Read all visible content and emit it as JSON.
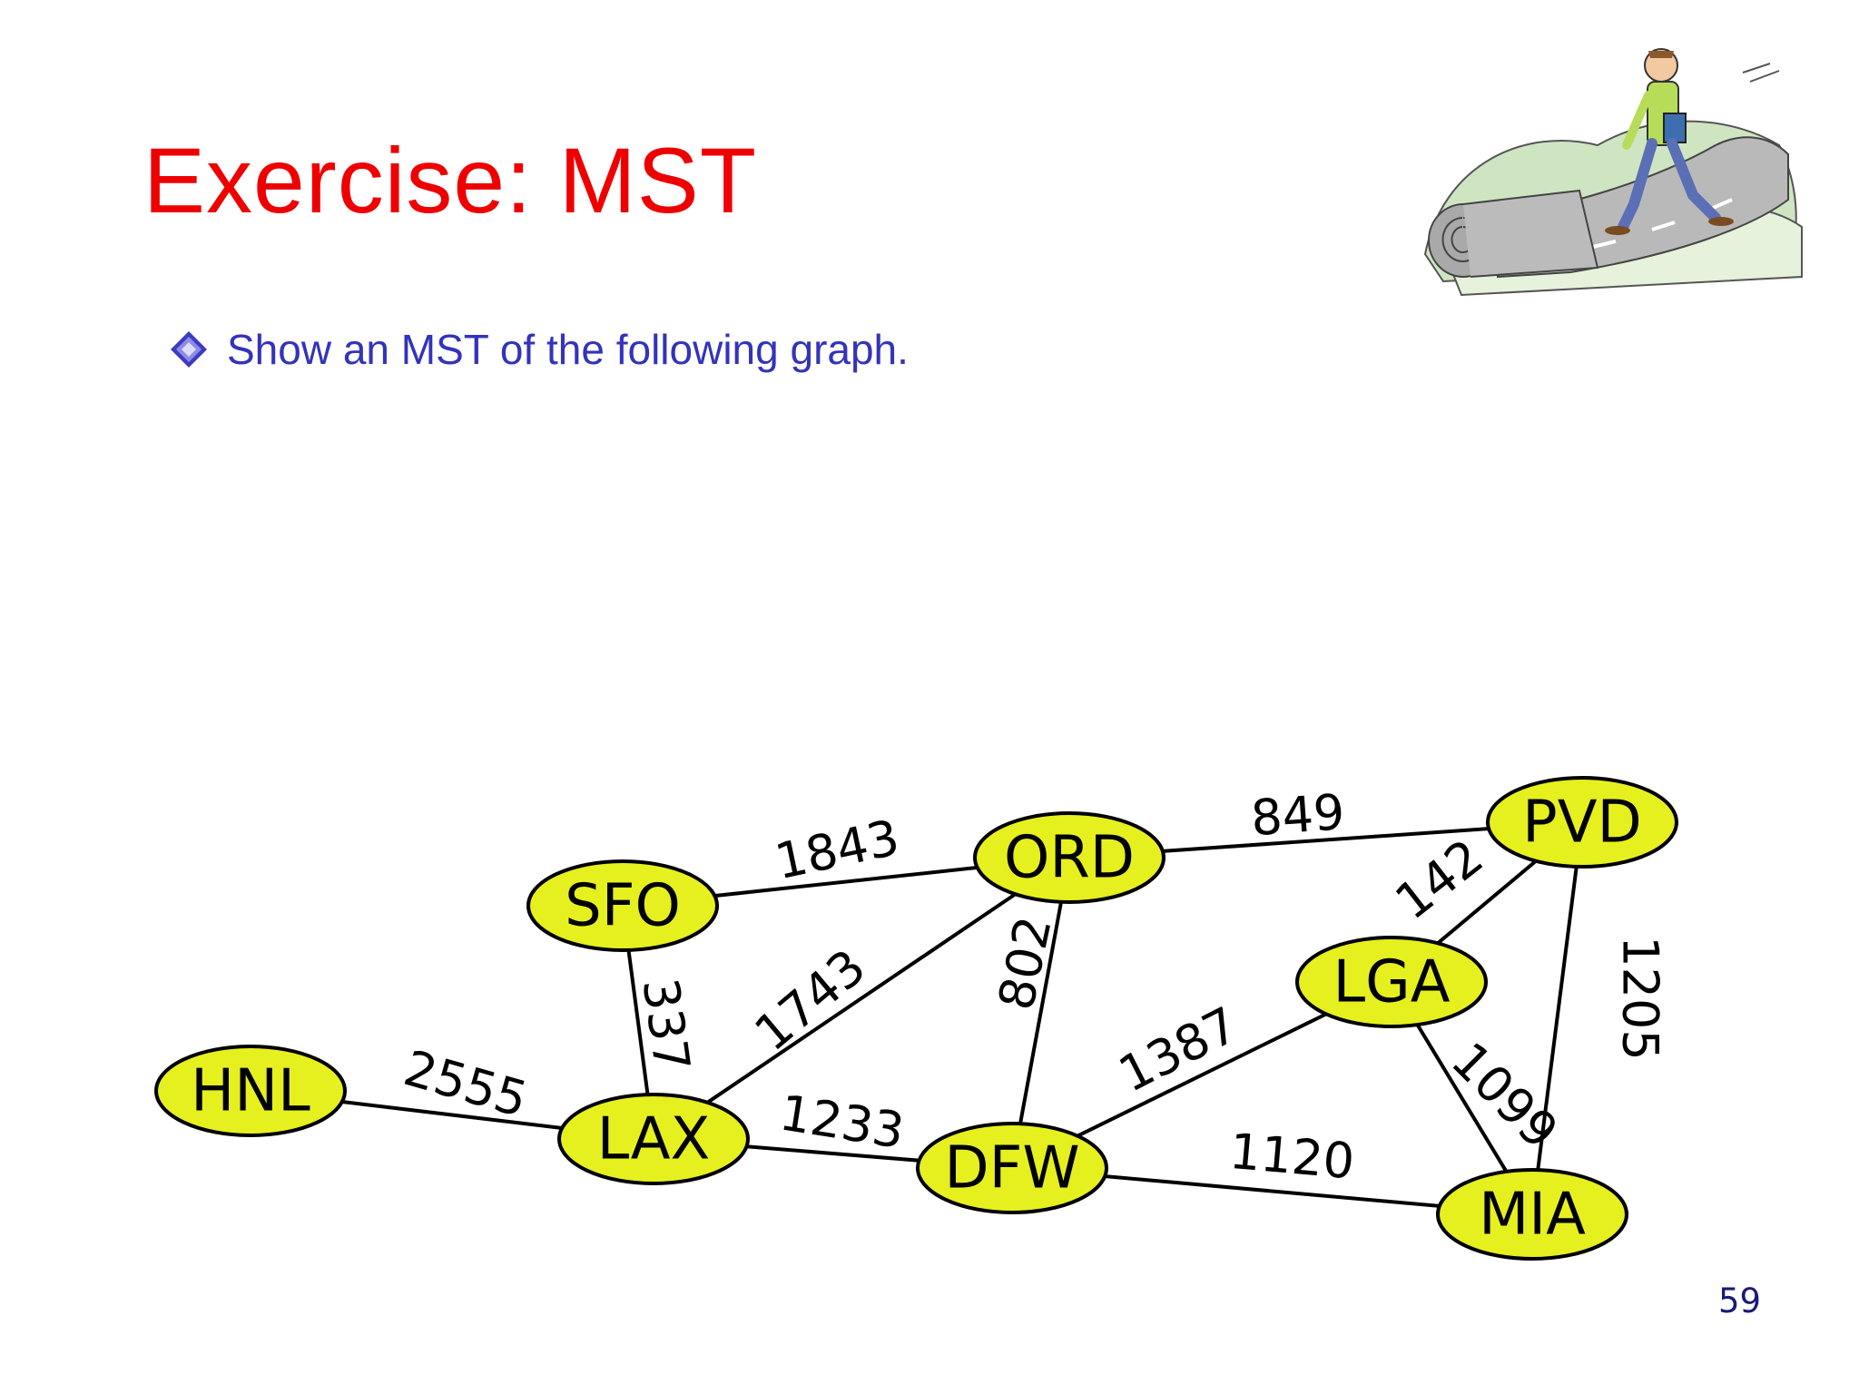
{
  "slide": {
    "title": "Exercise: MST",
    "bullet": "Show an MST of the following graph.",
    "page_number": "59"
  },
  "colors": {
    "title": "#ee0000",
    "bullet_text": "#3333bb",
    "bullet_icon": "#3b3bc4",
    "node_fill": "#e6f01e",
    "stroke": "#000000",
    "page_number": "#1a1a7a"
  },
  "graph": {
    "nodes": [
      {
        "id": "SFO",
        "label": "SFO"
      },
      {
        "id": "ORD",
        "label": "ORD"
      },
      {
        "id": "PVD",
        "label": "PVD"
      },
      {
        "id": "LGA",
        "label": "LGA"
      },
      {
        "id": "HNL",
        "label": "HNL"
      },
      {
        "id": "LAX",
        "label": "LAX"
      },
      {
        "id": "DFW",
        "label": "DFW"
      },
      {
        "id": "MIA",
        "label": "MIA"
      }
    ],
    "edges": [
      {
        "from": "SFO",
        "to": "ORD",
        "weight": "1843"
      },
      {
        "from": "ORD",
        "to": "PVD",
        "weight": "849"
      },
      {
        "from": "PVD",
        "to": "LGA",
        "weight": "142"
      },
      {
        "from": "SFO",
        "to": "LAX",
        "weight": "337"
      },
      {
        "from": "LAX",
        "to": "ORD",
        "weight": "1743"
      },
      {
        "from": "ORD",
        "to": "DFW",
        "weight": "802"
      },
      {
        "from": "DFW",
        "to": "LGA",
        "weight": "1387"
      },
      {
        "from": "PVD",
        "to": "MIA",
        "weight": "1205"
      },
      {
        "from": "HNL",
        "to": "LAX",
        "weight": "2555"
      },
      {
        "from": "LAX",
        "to": "DFW",
        "weight": "1233"
      },
      {
        "from": "LGA",
        "to": "MIA",
        "weight": "1099"
      },
      {
        "from": "DFW",
        "to": "MIA",
        "weight": "1120"
      }
    ]
  },
  "clipart": {
    "icon": "man-walking-on-road-icon"
  }
}
